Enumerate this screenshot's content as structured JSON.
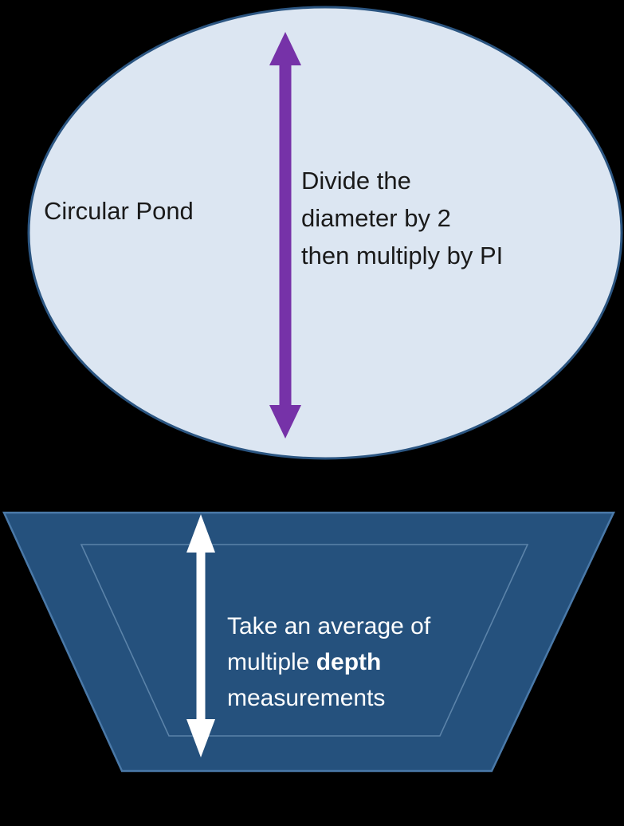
{
  "diagram": {
    "circular_pond": {
      "label": "Circular Pond",
      "arrow_note_line1": "Divide the",
      "arrow_note_line2": "diameter by 2",
      "arrow_note_line3": "then multiply by PI"
    },
    "pond_cross_section": {
      "note_line1": "Take an average of",
      "note_line2_prefix": "multiple ",
      "note_line2_bold": "depth",
      "note_line3": "measurements"
    }
  },
  "colors": {
    "background": "#000000",
    "pond_fill": "#dce6f2",
    "pond_border": "#2b5581",
    "diameter_arrow": "#7632a8",
    "basin_fill": "#25517d",
    "basin_border": "#4a79a8",
    "basin_inner_outline": "#5b83a9",
    "depth_arrow": "#ffffff",
    "pond_text": "#1a1a1a",
    "basin_text": "#ffffff"
  }
}
